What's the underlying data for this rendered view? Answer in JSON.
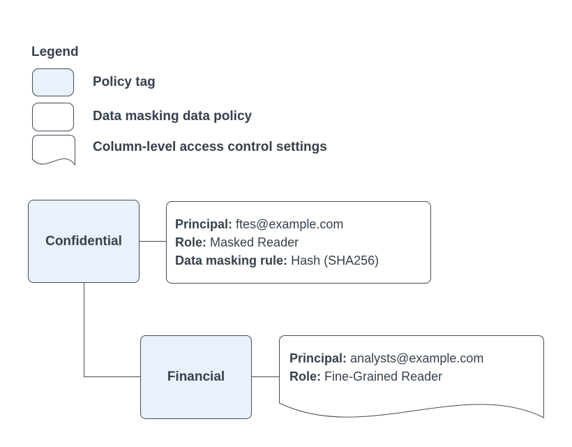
{
  "legend": {
    "title": "Legend",
    "items": [
      {
        "shape": "policy-tag-swatch",
        "label": "Policy tag"
      },
      {
        "shape": "data-policy-swatch",
        "label": "Data masking data policy"
      },
      {
        "shape": "document-swatch",
        "label": "Column-level access control settings"
      }
    ]
  },
  "diagram": {
    "tags": [
      {
        "label": "Confidential"
      },
      {
        "label": "Financial"
      }
    ],
    "masking_policy": {
      "lines": [
        {
          "label": "Principal:",
          "value": "ftes@example.com"
        },
        {
          "label": "Role:",
          "value": "Masked Reader"
        },
        {
          "label": "Data masking rule:",
          "value": "Hash (SHA256)"
        }
      ]
    },
    "access_settings": {
      "lines": [
        {
          "label": "Principal:",
          "value": "analysts@example.com"
        },
        {
          "label": "Role:",
          "value": "Fine-Grained Reader"
        }
      ]
    }
  },
  "colors": {
    "background": "#ffffff",
    "tag_fill": "#e9f1fb",
    "stroke": "#414b57",
    "text": "#36414d"
  }
}
